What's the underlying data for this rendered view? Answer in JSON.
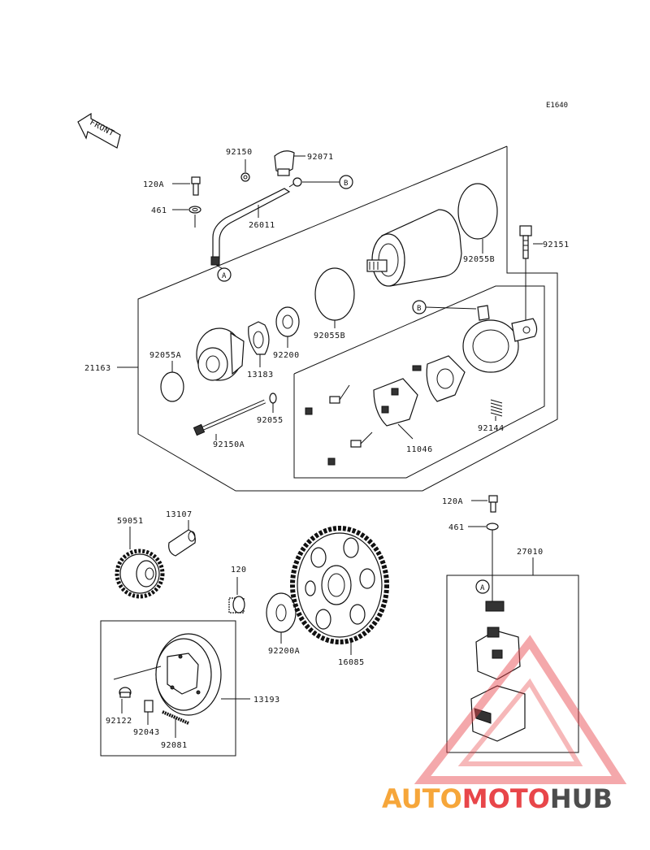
{
  "diagram": {
    "code": "E1640",
    "front_label": "FRONT",
    "callout_a": "A",
    "callout_b": "B",
    "parts": {
      "p92150": "92150",
      "p92071": "92071",
      "p120a_top": "120A",
      "p461_top": "461",
      "p26011": "26011",
      "p92151": "92151",
      "p92055b_top": "92055B",
      "p92055b_mid": "92055B",
      "p21163": "21163",
      "p92055a": "92055A",
      "p13183": "13183",
      "p92200": "92200",
      "p92055": "92055",
      "p92150a": "92150A",
      "p92144": "92144",
      "p11046": "11046",
      "p120a_bot": "120A",
      "p461_bot": "461",
      "p27010": "27010",
      "p59051": "59051",
      "p13107": "13107",
      "p120": "120",
      "p92200a": "92200A",
      "p16085": "16085",
      "p13193": "13193",
      "p92122": "92122",
      "p92043": "92043",
      "p92081": "92081"
    }
  },
  "watermark": {
    "part1": "AUTO",
    "part2": "MOTO",
    "part3": "HUB",
    "colors": {
      "auto": "#f6a63a",
      "moto": "#e8464a",
      "hub": "#4d4d4d",
      "triangle": "#e8464a"
    }
  }
}
